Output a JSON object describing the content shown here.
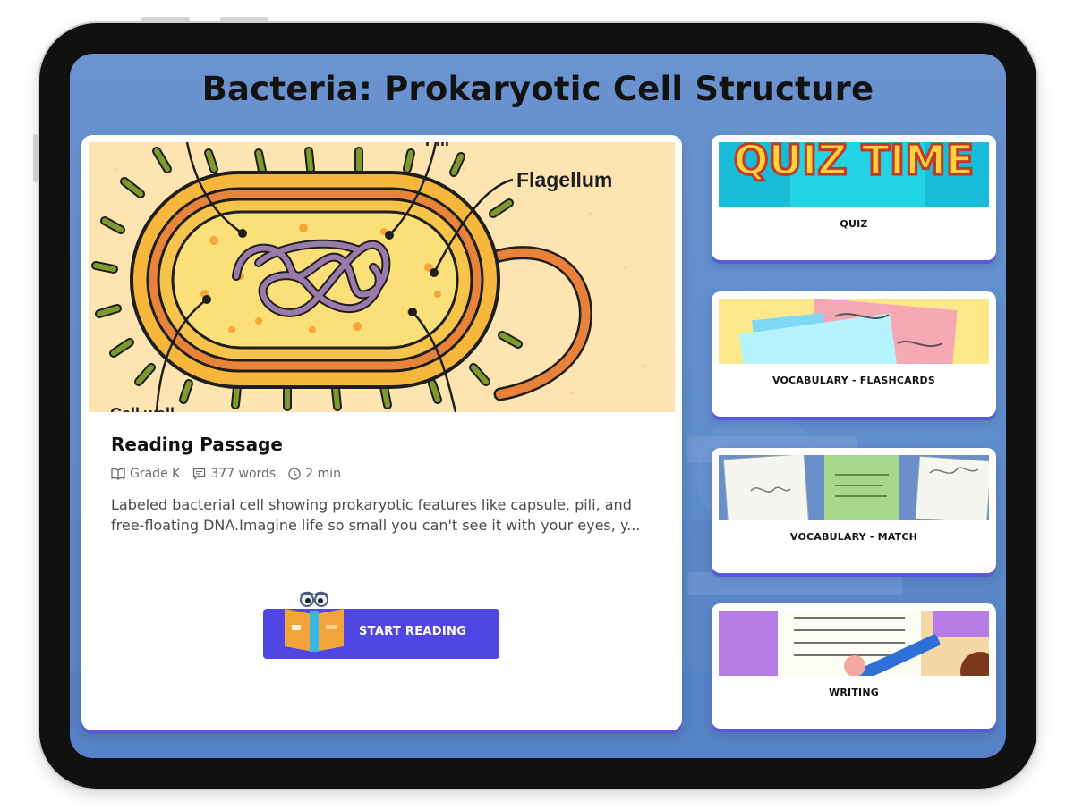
{
  "page": {
    "title": "Bacteria: Prokaryotic Cell Structure"
  },
  "reading_card": {
    "hero_labels": {
      "flagellum": "Flagellum",
      "pili": "Pili",
      "cell_wall": "Cell wall"
    },
    "heading": "Reading Passage",
    "meta": {
      "grade": "Grade K",
      "words": "377 words",
      "time": "2 min"
    },
    "description": "Labeled bacterial cell showing prokaryotic features like capsule, pili, and free-floating DNA.Imagine life so small you can't see it with your eyes, y...",
    "start_button_label": "START READING"
  },
  "activities": [
    {
      "label": "QUIZ",
      "thumb_text": "QUIZ TIME",
      "icon": "quiz-time-thumbnail"
    },
    {
      "label": "VOCABULARY - FLASHCARDS",
      "icon": "flashcards-thumbnail"
    },
    {
      "label": "VOCABULARY - MATCH",
      "icon": "match-cards-thumbnail"
    },
    {
      "label": "WRITING",
      "icon": "writing-thumbnail"
    }
  ],
  "colors": {
    "screen_bg": "#6a93cf",
    "button": "#5046e4",
    "card_shadow": "#5a5ad8",
    "hero_bg": "#fde4b0"
  }
}
